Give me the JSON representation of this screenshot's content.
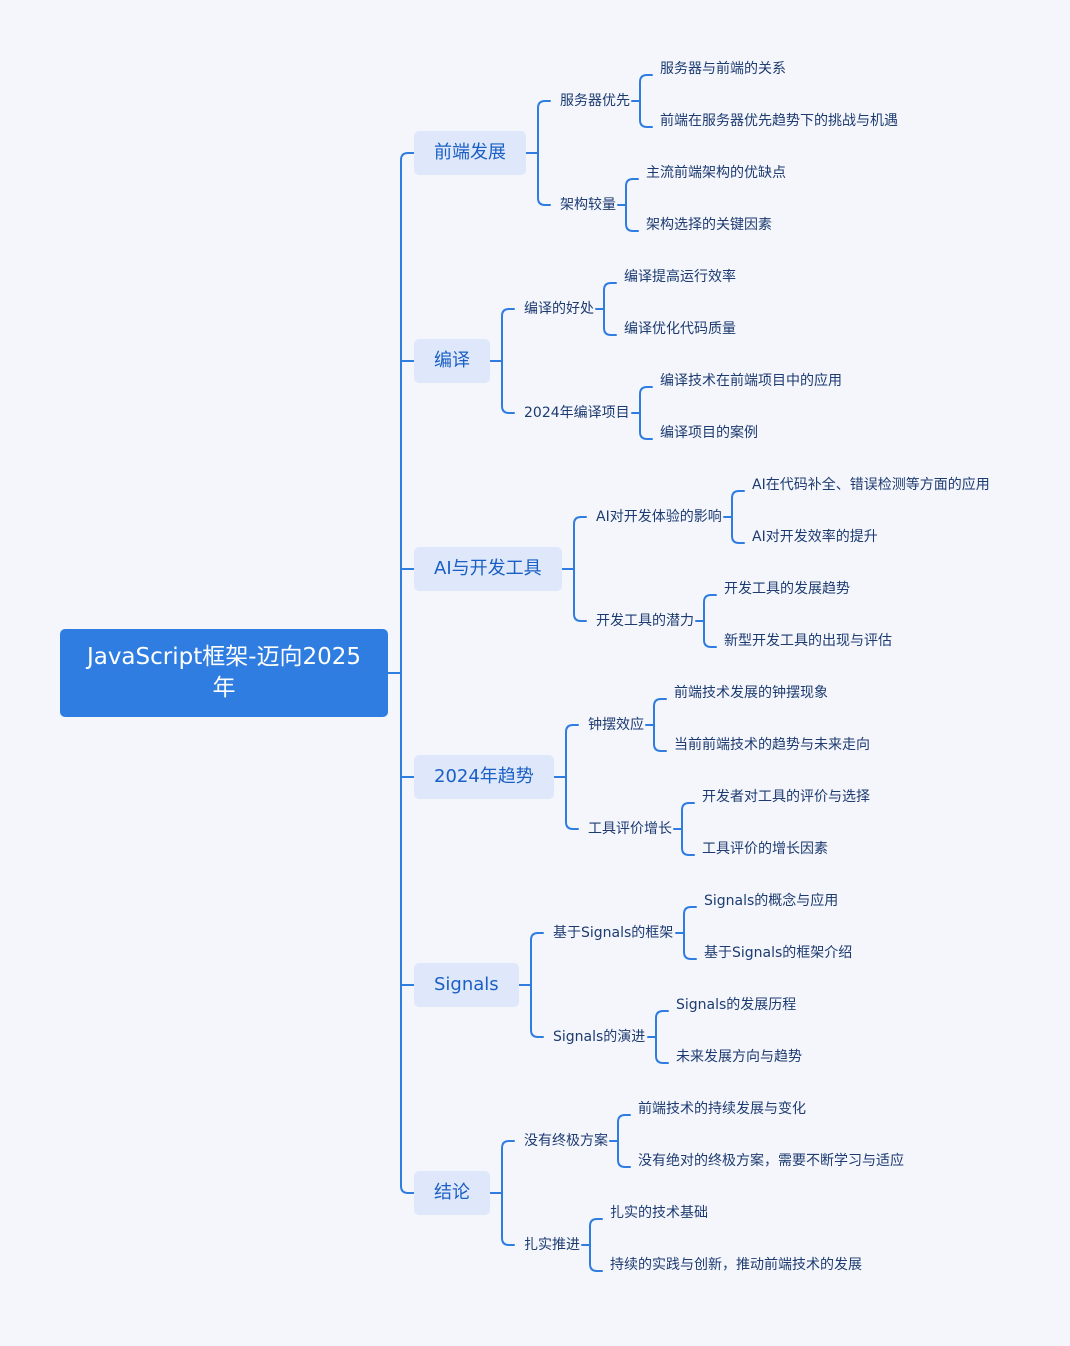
{
  "title": "JavaScript框架-迈向2025年",
  "branches": [
    {
      "label": "前端发展",
      "subs": [
        {
          "label": "服务器优先",
          "leaves": [
            "服务器与前端的关系",
            "前端在服务器优先趋势下的挑战与机遇"
          ]
        },
        {
          "label": "架构较量",
          "leaves": [
            "主流前端架构的优缺点",
            "架构选择的关键因素"
          ]
        }
      ]
    },
    {
      "label": "编译",
      "subs": [
        {
          "label": "编译的好处",
          "leaves": [
            "编译提高运行效率",
            "编译优化代码质量"
          ]
        },
        {
          "label": "2024年编译项目",
          "leaves": [
            "编译技术在前端项目中的应用",
            "编译项目的案例"
          ]
        }
      ]
    },
    {
      "label": "AI与开发工具",
      "subs": [
        {
          "label": "AI对开发体验的影响",
          "leaves": [
            "AI在代码补全、错误检测等方面的应用",
            "AI对开发效率的提升"
          ]
        },
        {
          "label": "开发工具的潜力",
          "leaves": [
            "开发工具的发展趋势",
            "新型开发工具的出现与评估"
          ]
        }
      ]
    },
    {
      "label": "2024年趋势",
      "subs": [
        {
          "label": "钟摆效应",
          "leaves": [
            "前端技术发展的钟摆现象",
            "当前前端技术的趋势与未来走向"
          ]
        },
        {
          "label": "工具评价增长",
          "leaves": [
            "开发者对工具的评价与选择",
            "工具评价的增长因素"
          ]
        }
      ]
    },
    {
      "label": "Signals",
      "subs": [
        {
          "label": "基于Signals的框架",
          "leaves": [
            "Signals的概念与应用",
            "基于Signals的框架介绍"
          ]
        },
        {
          "label": "Signals的演进",
          "leaves": [
            "Signals的发展历程",
            "未来发展方向与趋势"
          ]
        }
      ]
    },
    {
      "label": "结论",
      "subs": [
        {
          "label": "没有终极方案",
          "leaves": [
            "前端技术的持续发展与变化",
            "没有绝对的终极方案，需要不断学习与适应"
          ]
        },
        {
          "label": "扎实推进",
          "leaves": [
            "扎实的技术基础",
            "持续的实践与创新，推动前端技术的发展"
          ]
        }
      ]
    }
  ],
  "colors": {
    "line": "#2f7de1",
    "root_fill": "#2f7de1",
    "branch_fill": "#dfe8fb",
    "branch_text": "#1a5fc4",
    "text": "#1d3b70",
    "background": "#f4f6fc"
  }
}
